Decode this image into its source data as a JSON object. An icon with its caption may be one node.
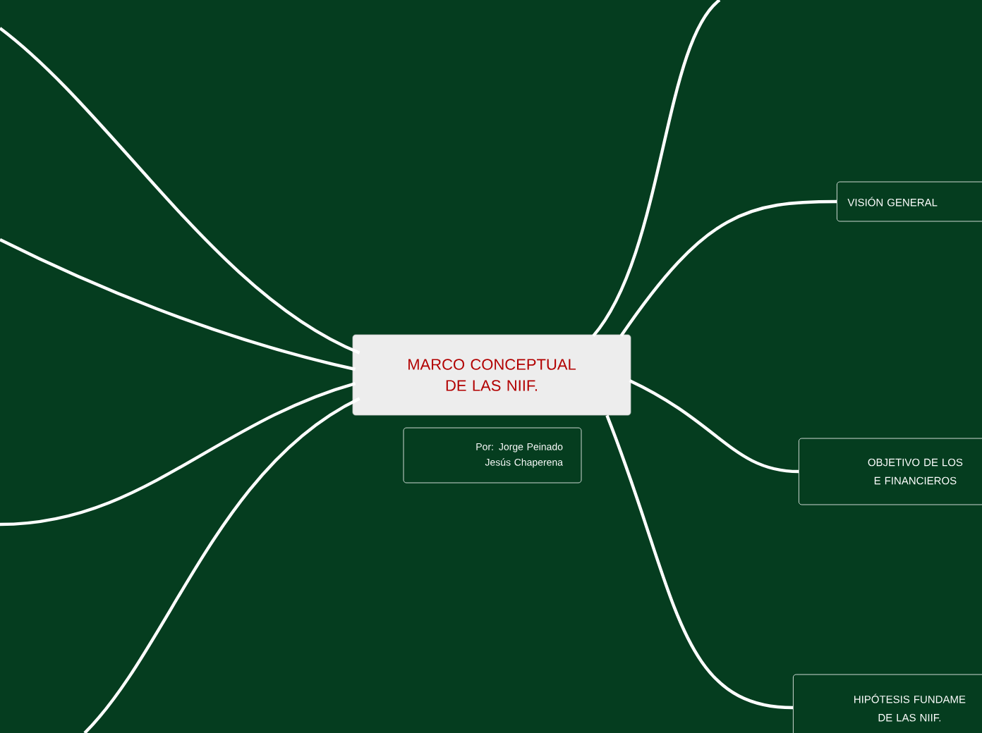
{
  "diagram": {
    "nodes": [
      {
        "text": [
          "MARCO CONCEPTUAL DE LAS NIIF."
        ]
      },
      {
        "text": [
          "Por: Jorge Peinado Jesús Chaperena"
        ]
      },
      {
        "text": [
          "VISIÓN GENERAL"
        ]
      },
      {
        "text": [
          "OBJETIVO DE LOS E FINANCIEROS"
        ]
      },
      {
        "text": [
          "HIPÓTESIS FUNDAME DE LAS NIIF."
        ]
      }
    ],
    "edges": [
      {
        "from": 0,
        "to": null,
        "arrow": "none"
      },
      {
        "from": 0,
        "to": null,
        "arrow": "none"
      },
      {
        "from": 0,
        "to": null,
        "arrow": "none"
      },
      {
        "from": 0,
        "to": null,
        "arrow": "none"
      },
      {
        "from": 0,
        "to": null,
        "arrow": "none"
      },
      {
        "from": 0,
        "to": 2,
        "arrow": "none"
      },
      {
        "from": 0,
        "to": 3,
        "arrow": "none"
      },
      {
        "from": 0,
        "to": 4,
        "arrow": "none"
      }
    ]
  }
}
